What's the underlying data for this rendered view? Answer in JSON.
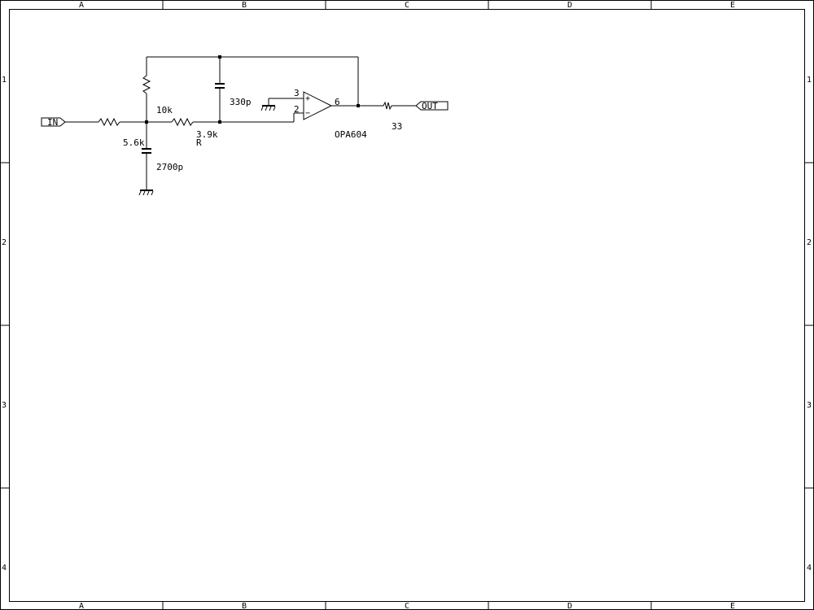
{
  "frame": {
    "columns": [
      "A",
      "B",
      "C",
      "D",
      "E"
    ],
    "rows": [
      "1",
      "2",
      "3",
      "4"
    ]
  },
  "ports": {
    "input": "IN",
    "output": "OUT"
  },
  "components": {
    "r_feedback": "10k",
    "r_series": "3.9k",
    "r_series_ref": "R",
    "r_shunt": "5.6k",
    "c_feedback": "330p",
    "c_shunt": "2700p",
    "opamp": "OPA604",
    "r_out": "33"
  },
  "pins": {
    "noninv": "3",
    "inv": "2",
    "out": "6",
    "plus": "+",
    "minus": "−"
  }
}
